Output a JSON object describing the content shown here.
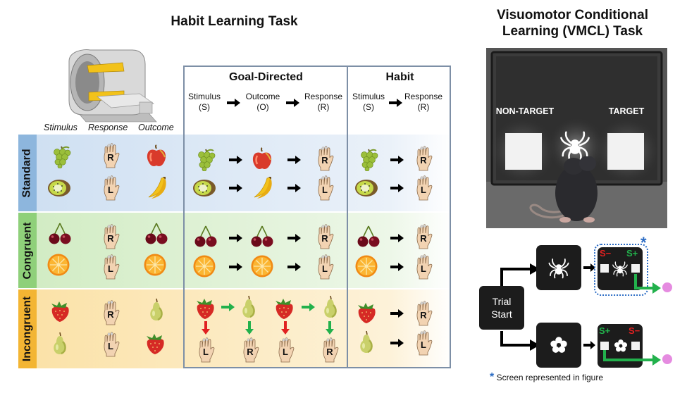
{
  "habit_task": {
    "title": "Habit Learning Task",
    "columns": [
      "Stimulus",
      "Response",
      "Outcome"
    ],
    "rows": [
      "Standard",
      "Congruent",
      "Incongruent"
    ],
    "response_labels": {
      "right": "R",
      "left": "L"
    },
    "goal_directed": {
      "heading": "Goal-Directed",
      "sequence": [
        {
          "word": "Stimulus",
          "abbr": "(S)"
        },
        {
          "word": "Outcome",
          "abbr": "(O)"
        },
        {
          "word": "Response",
          "abbr": "(R)"
        }
      ]
    },
    "habit": {
      "heading": "Habit",
      "sequence": [
        {
          "word": "Stimulus",
          "abbr": "(S)"
        },
        {
          "word": "Response",
          "abbr": "(R)"
        }
      ]
    }
  },
  "vmcl_task": {
    "title_line1": "Visuomotor Conditional",
    "title_line2": "Learning (VMCL) Task",
    "screen_labels": {
      "non_target": "NON-TARGET",
      "target": "TARGET"
    },
    "trial_start_line1": "Trial",
    "trial_start_line2": "Start",
    "s_minus": "S−",
    "s_plus": "S+",
    "asterisk": "*",
    "footnote": "Screen represented in figure"
  },
  "colors": {
    "standard_band": "#cfe0f2",
    "congruent_band": "#d2ecc4",
    "incongruent_band": "#fbe2a8",
    "standard_label": "#8db6dd",
    "congruent_label": "#8fd07a",
    "incongruent_label": "#f3b533",
    "frame": "#7d8fa6",
    "red_arrow": "#e02020",
    "green_arrow": "#22b14c",
    "reward_pink": "#e58be0",
    "asterisk_blue": "#2b6cc4"
  },
  "icons": [
    "mri-scanner-icon",
    "grapes-icon",
    "apple-icon",
    "kiwi-icon",
    "banana-icon",
    "cherries-icon",
    "orange-icon",
    "strawberry-icon",
    "pear-icon",
    "hand-icon",
    "spider-icon",
    "flower-icon",
    "rat-icon"
  ]
}
